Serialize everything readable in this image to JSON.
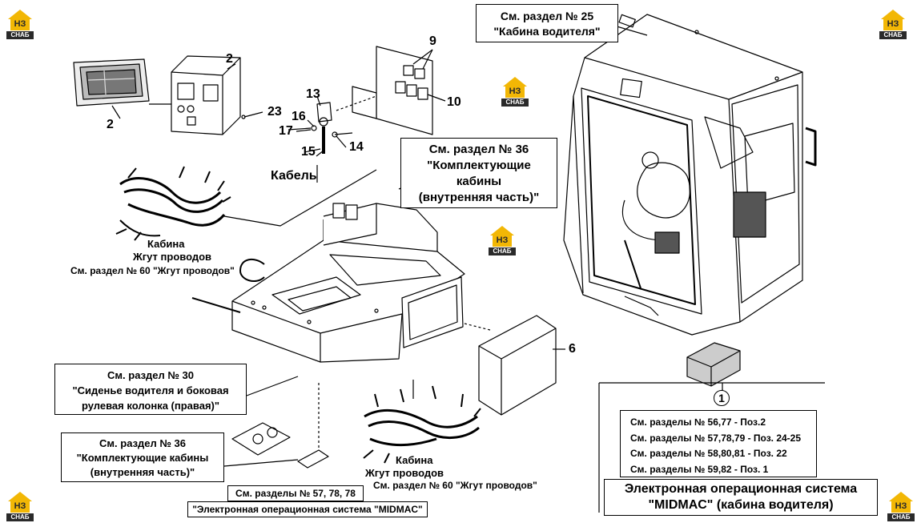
{
  "brand": {
    "logo_mark": "НЗ",
    "logo_sub": "СНАБ",
    "accent": "#f2b705",
    "dark": "#2a2a2a"
  },
  "callouts": {
    "c2a": "2",
    "c2b": "2",
    "c23": "23",
    "c9": "9",
    "c10": "10",
    "c13": "13",
    "c16": "16",
    "c17": "17",
    "c15": "15",
    "c14": "14",
    "c6": "6",
    "c1": "1",
    "cable": "Кабель"
  },
  "harness_top": {
    "line1": "Кабина",
    "line2": "Жгут проводов",
    "ref": "См. раздел № 60 \"Жгут проводов\""
  },
  "harness_bottom": {
    "line1": "Кабина",
    "line2": "Жгут проводов",
    "ref": "См. раздел № 60 \"Жгут проводов\""
  },
  "ref_cab": {
    "line1": "См. раздел № 25",
    "line2": "\"Кабина водителя\""
  },
  "ref_interior": {
    "line1": "См. раздел № 36",
    "line2": "\"Комплектующие",
    "line3": "кабины",
    "line4": "(внутренняя часть)\""
  },
  "ref_seat": {
    "line1": "См. раздел № 30",
    "line2": "\"Сиденье водителя и боковая",
    "line3": "рулевая колонка (правая)\""
  },
  "ref_interior2": {
    "line1": "См. раздел № 36",
    "line2": "\"Комплектующие кабины",
    "line3": "(внутренняя часть)\""
  },
  "ref_midmac": {
    "line1": "См. разделы № 57, 78, 78",
    "line2": "\"Электронная операционная система \"MIDMAC\""
  },
  "ref_list": [
    "См. разделы № 56,77 - Поз.2",
    "См. разделы № 57,78,79 - Поз. 24-25",
    "См. разделы № 58,80,81 - Поз. 22",
    "См. разделы № 59,82 - Поз. 1"
  ],
  "ref_eos": {
    "line1": "Электронная операционная система",
    "line2": "\"MIDMAC\" (кабина водителя)"
  }
}
